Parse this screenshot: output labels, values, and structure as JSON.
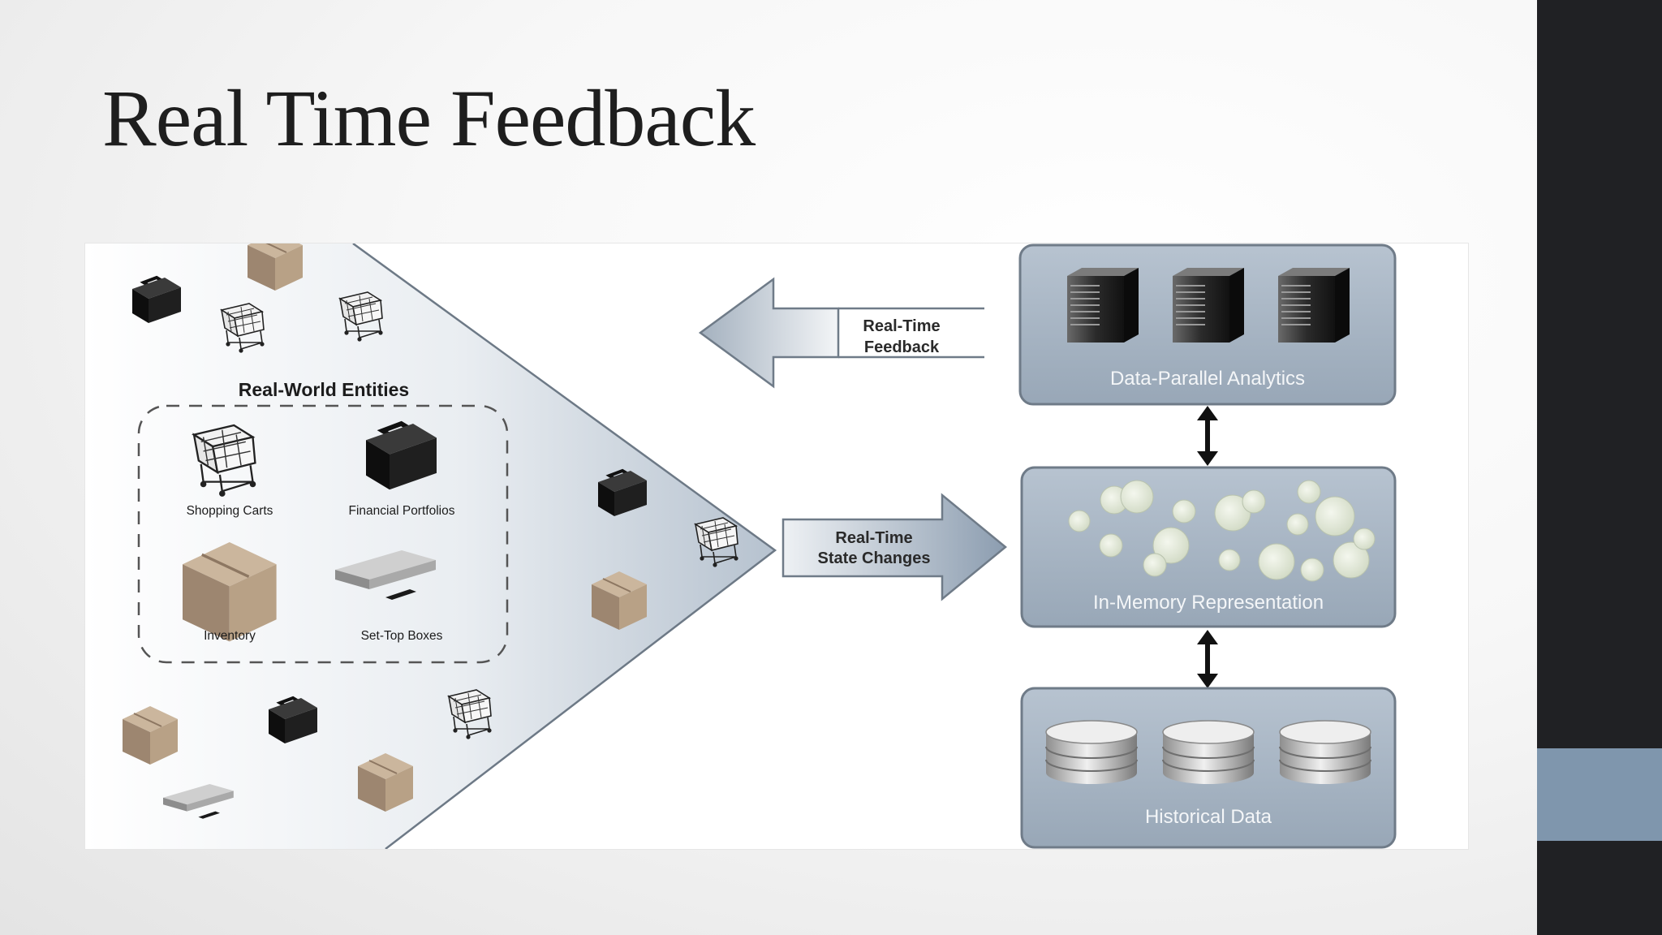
{
  "slide": {
    "title": "Real Time Feedback"
  },
  "diagram": {
    "entities_heading": "Real-World Entities",
    "entities": [
      {
        "label": "Shopping Carts",
        "icon": "shopping-cart-icon"
      },
      {
        "label": "Financial Portfolios",
        "icon": "briefcase-icon"
      },
      {
        "label": "Inventory",
        "icon": "box-icon"
      },
      {
        "label": "Set-Top Boxes",
        "icon": "set-top-box-icon"
      }
    ],
    "arrows": {
      "feedback": [
        "Real-Time",
        "Feedback"
      ],
      "state_changes": [
        "Real-Time",
        "State Changes"
      ]
    },
    "layers": {
      "analytics": "Data-Parallel Analytics",
      "memory": "In-Memory Representation",
      "historical": "Historical Data"
    }
  },
  "colors": {
    "panel": "#a9b7c6",
    "panel_border": "#6f7b88",
    "sidebar": "#202124",
    "sidebar_accent": "#7f96ad",
    "cardboard": "#b49d83",
    "circle_fill": "#e3ead8"
  }
}
